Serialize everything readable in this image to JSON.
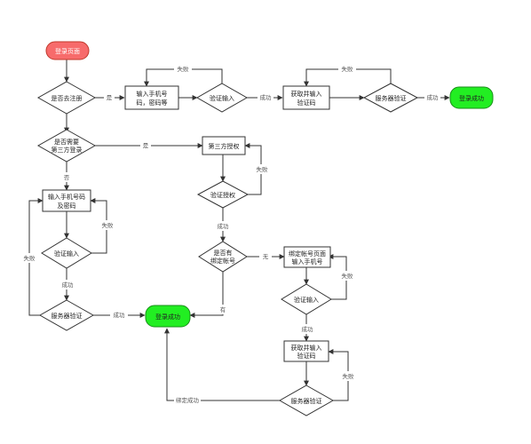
{
  "nodes": {
    "start": "登录页面",
    "first_login": "是否去注册",
    "enter_phone_pwd": [
      "输入手机号",
      "码，密码等"
    ],
    "verify_input_top": "验证输入",
    "get_code_top": [
      "获取并输入",
      "验证码"
    ],
    "server_verify_top": "服务器验证",
    "success_top": "登录成功",
    "third_party_q": [
      "是否需要",
      "第三方登录"
    ],
    "third_party_auth": "第三方授权",
    "verify_auth": "验证授权",
    "enter_phone_code": [
      "输入手机号码",
      "及密码"
    ],
    "verify_input_left": "验证输入",
    "server_verify_left": "服务器验证",
    "success_mid": "登录成功",
    "has_bound": [
      "是否有",
      "绑定帐号"
    ],
    "bind_page": [
      "绑定帐号页面",
      "输入手机号"
    ],
    "verify_input_right": "验证输入",
    "get_code_right": [
      "获取并输入",
      "验证码"
    ],
    "server_verify_right": "服务器验证"
  },
  "labels": {
    "yes": "是",
    "no": "否",
    "fail": "失败",
    "success": "成功",
    "none": "无",
    "have": "有",
    "bind_success": "绑定成功"
  }
}
